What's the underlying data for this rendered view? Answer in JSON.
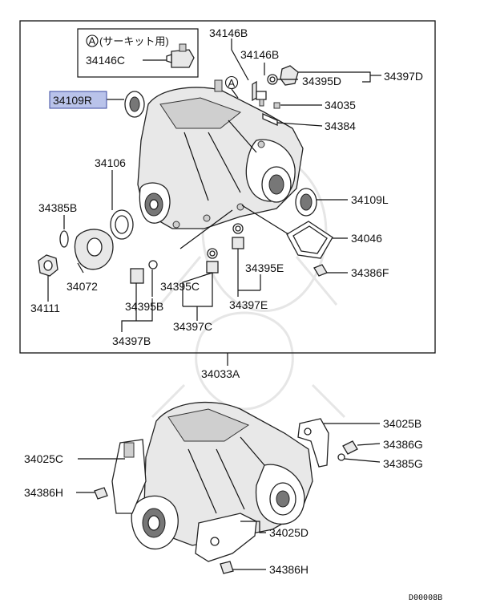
{
  "diagram": {
    "inset_circle_letter": "A",
    "inset_title": "(サーキット用)",
    "marker_letter": "A",
    "highlighted_label": "34109R",
    "labels": {
      "p34146B_top": "34146B",
      "p34146C": "34146C",
      "p34146B": "34146B",
      "p34395D": "34395D",
      "p34397D": "34397D",
      "p34035": "34035",
      "p34384": "34384",
      "p34109R": "34109R",
      "p34106": "34106",
      "p34385B": "34385B",
      "p34109L": "34109L",
      "p34046": "34046",
      "p34395E": "34395E",
      "p34386F": "34386F",
      "p34072": "34072",
      "p34111": "34111",
      "p34395C": "34395C",
      "p34395B": "34395B",
      "p34397E": "34397E",
      "p34397C": "34397C",
      "p34397B": "34397B",
      "p34033A": "34033A",
      "p34025B": "34025B",
      "p34386G": "34386G",
      "p34025C": "34025C",
      "p34385G": "34385G",
      "p34386H_left": "34386H",
      "p34025D": "34025D",
      "p34386H_bottom": "34386H"
    },
    "diagram_code": "D00008B"
  }
}
